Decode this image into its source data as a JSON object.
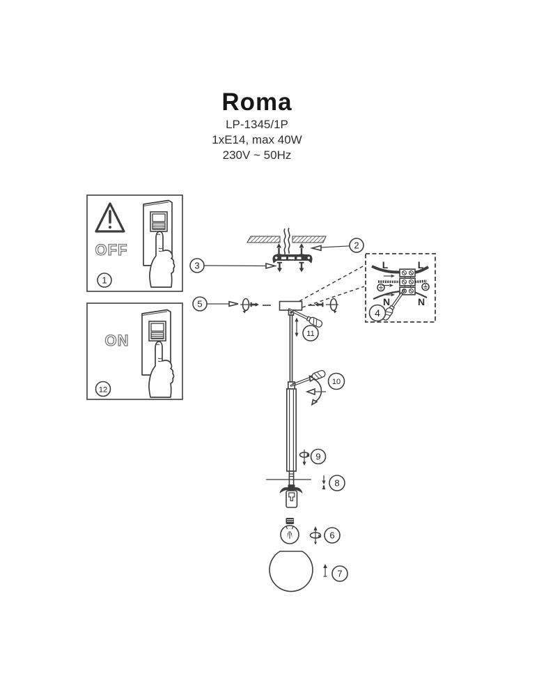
{
  "header": {
    "title": "Roma",
    "model": "LP-1345/1P",
    "lamp_spec": "1xE14, max 40W",
    "power_spec": "230V ~ 50Hz"
  },
  "off_panel": {
    "step": "1",
    "label": "OFF"
  },
  "on_panel": {
    "step": "12",
    "label": "ON"
  },
  "wiring_panel": {
    "step": "4",
    "live_left": "L",
    "live_right": "L",
    "neutral_left": "N",
    "neutral_right": "N"
  },
  "callouts": {
    "c2": "2",
    "c3": "3",
    "c5": "5",
    "c6": "6",
    "c7": "7",
    "c8": "8",
    "c9": "9",
    "c10": "10",
    "c11": "11"
  },
  "icons": {
    "warning-icon": "triangle-exclamation",
    "switch-icon": "rocker-wall-switch",
    "hand-icon": "finger-pressing",
    "screwdriver-icon": "flat-screwdriver",
    "bulb-icon": "incandescent-bulb",
    "globe-icon": "glass-sphere-shade"
  },
  "colors": {
    "line": "#3d3d3d",
    "text": "#1a1a1a",
    "outline_text": "#787878"
  }
}
